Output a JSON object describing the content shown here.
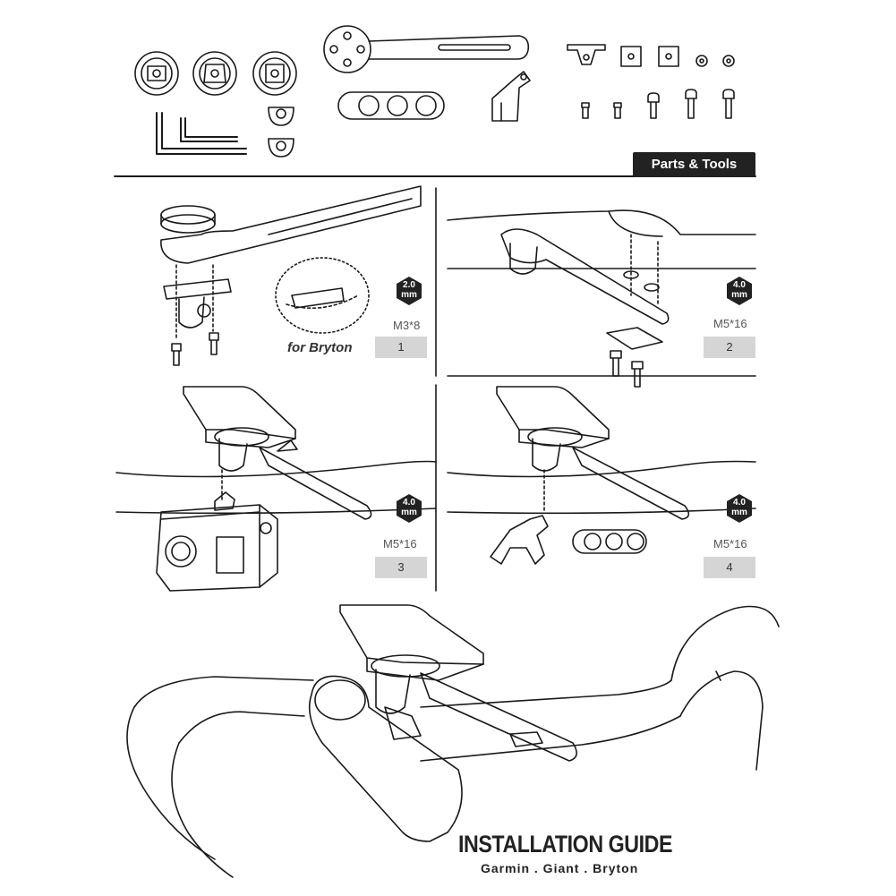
{
  "header": {
    "section_tag": "Parts & Tools"
  },
  "steps": [
    {
      "badge": "2.0\nmm",
      "badge_line1": "2.0",
      "badge_line2": "mm",
      "screw": "M3*8",
      "number": "1",
      "note": "for Bryton"
    },
    {
      "badge_line1": "4.0",
      "badge_line2": "mm",
      "screw": "M5*16",
      "number": "2"
    },
    {
      "badge_line1": "4.0",
      "badge_line2": "mm",
      "screw": "M5*16",
      "number": "3"
    },
    {
      "badge_line1": "4.0",
      "badge_line2": "mm",
      "screw": "M5*16",
      "number": "4"
    }
  ],
  "footer": {
    "title": "INSTALLATION GUIDE",
    "brands": "Garmin  . Giant .  Bryton"
  },
  "colors": {
    "ink": "#1a1a1a",
    "badge": "#222222",
    "step_box": "#d5d5d5",
    "tag_bg": "#222222"
  }
}
